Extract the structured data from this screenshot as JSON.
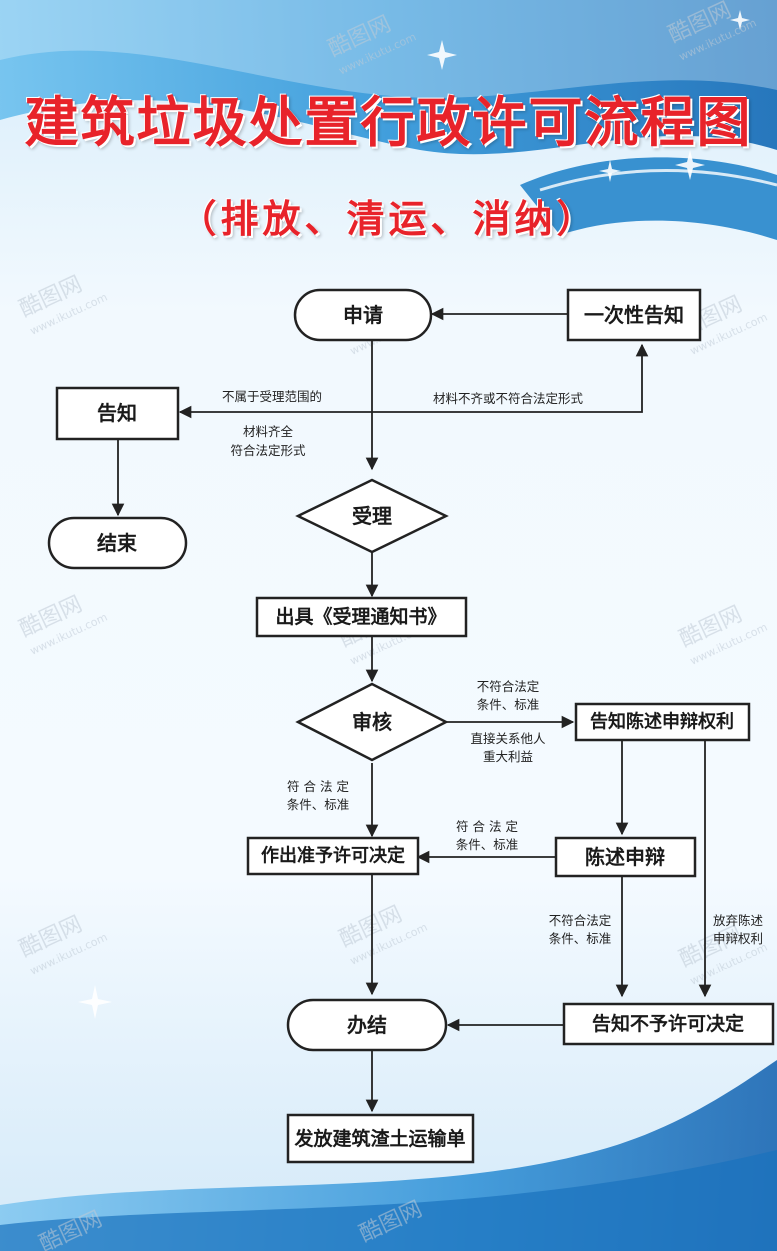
{
  "header": {
    "title": "建筑垃圾处置行政许可流程图",
    "subtitle": "（排放、清运、消纳）"
  },
  "watermark": {
    "brand": "酷图网",
    "url": "www.ikutu.com"
  },
  "nodes": {
    "apply": "申请",
    "notice_once": "一次性告知",
    "notify": "告知",
    "end": "结束",
    "accept": "受理",
    "issue_notice": "出具《受理通知书》",
    "review": "审核",
    "inform_rights": "告知陈述申辩权利",
    "statement": "陈述申辩",
    "grant": "作出准予许可决定",
    "deny": "告知不予许可决定",
    "complete": "办结",
    "issue_slip": "发放建筑渣土运输单"
  },
  "edge_labels": {
    "out_of_scope": "不属于受理范围的",
    "incomplete": "材料不齐或不符合法定形式",
    "complete_line1": "材料齐全",
    "complete_line2": "符合法定形式",
    "fail_line1": "不符合法定",
    "fail_line2": "条件、标准",
    "interest_line1": "直接关系他人",
    "interest_line2": "重大利益",
    "meets_line1": "符 合 法 定",
    "meets_line2": "条件、标准",
    "meets2_line1": "符 合 法 定",
    "meets2_line2": "条件、标准",
    "fail2_line1": "不符合法定",
    "fail2_line2": "条件、标准",
    "waive_line1": "放弃陈述",
    "waive_line2": "申辩权利"
  },
  "colors": {
    "title": "#e8232a",
    "box_stroke": "#222222",
    "box_fill": "#ffffff",
    "text": "#1a1a1a",
    "band_dark": "#1a7fc8",
    "band_light": "#5fb3e8"
  }
}
